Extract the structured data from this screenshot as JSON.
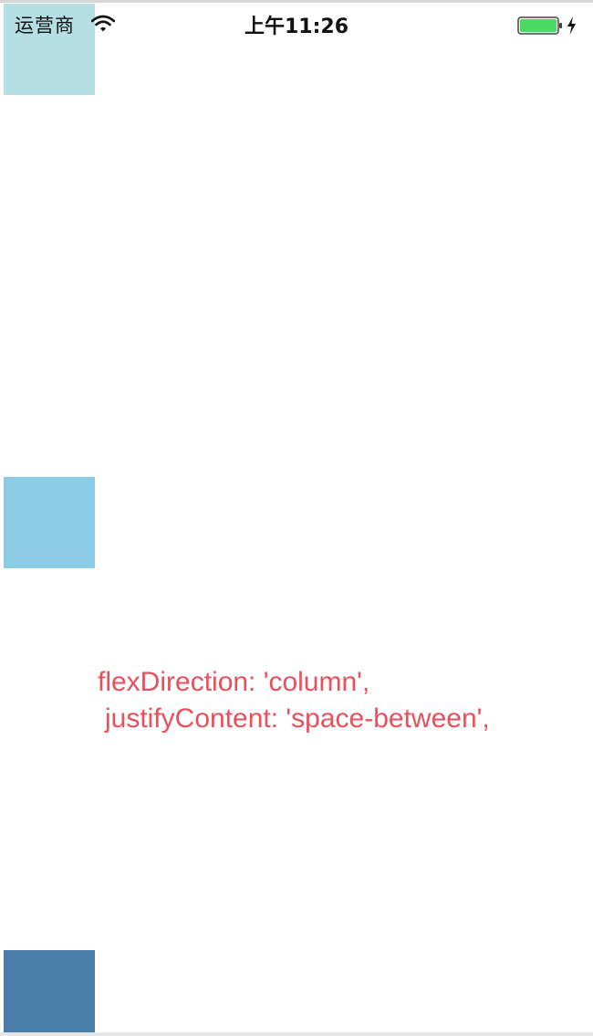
{
  "status_bar": {
    "carrier": "运营商",
    "time": "上午11:26",
    "wifi_icon": "wifi-icon",
    "battery_icon": "battery-charging-icon"
  },
  "boxes": [
    {
      "name": "box-top",
      "color": "#b5dfe3"
    },
    {
      "name": "box-middle",
      "color": "#8bcbe6"
    },
    {
      "name": "box-bottom",
      "color": "#4a7ea8"
    }
  ],
  "caption": {
    "line1": "flexDirection: 'column',",
    "line2": "justifyContent: 'space-between',"
  },
  "colors": {
    "caption": "#e8505b",
    "battery": "#4cd964"
  }
}
